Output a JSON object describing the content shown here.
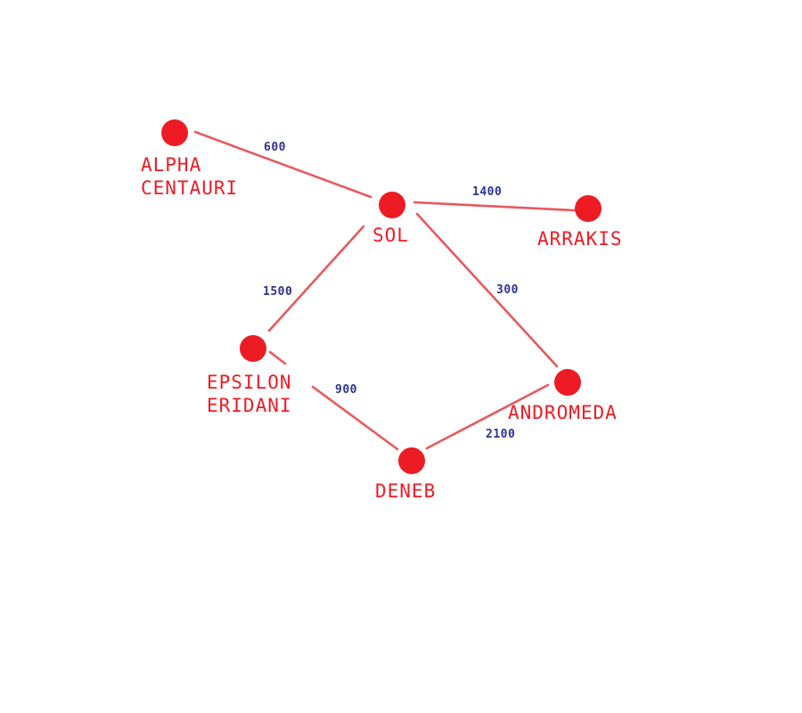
{
  "colors": {
    "node": "#ed1c24",
    "edge": "#e65a5f",
    "weight_text": "#2e3192",
    "background": "#ffffff"
  },
  "nodes": [
    {
      "id": "alpha-centauri",
      "label_lines": [
        "ALPHA",
        "CENTAURI"
      ]
    },
    {
      "id": "sol",
      "label_lines": [
        "SOL"
      ]
    },
    {
      "id": "arrakis",
      "label_lines": [
        "ARRAKIS"
      ]
    },
    {
      "id": "epsilon-eridani",
      "label_lines": [
        "EPSILON",
        "ERIDANI"
      ]
    },
    {
      "id": "andromeda",
      "label_lines": [
        "ANDROMEDA"
      ]
    },
    {
      "id": "deneb",
      "label_lines": [
        "DENEB"
      ]
    }
  ],
  "edges": [
    {
      "from": "alpha-centauri",
      "to": "sol",
      "weight": "600"
    },
    {
      "from": "sol",
      "to": "arrakis",
      "weight": "1400"
    },
    {
      "from": "sol",
      "to": "epsilon-eridani",
      "weight": "1500"
    },
    {
      "from": "sol",
      "to": "andromeda",
      "weight": "300"
    },
    {
      "from": "epsilon-eridani",
      "to": "deneb",
      "weight": "900"
    },
    {
      "from": "andromeda",
      "to": "deneb",
      "weight": "2100"
    }
  ]
}
